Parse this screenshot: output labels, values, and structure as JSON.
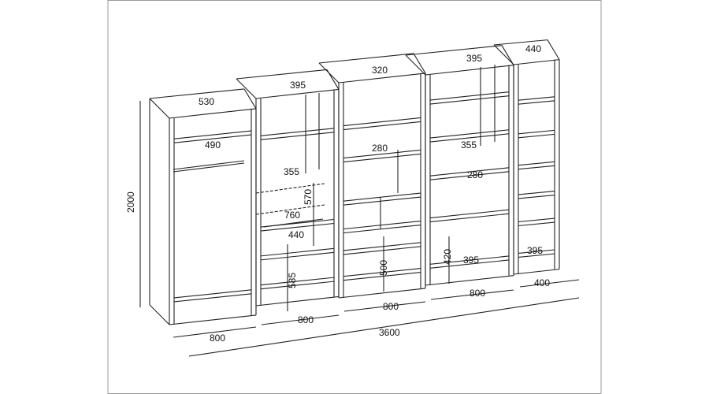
{
  "diagram": {
    "type": "furniture wall unit dimension drawing",
    "line_color": "#222222",
    "dimensions": {
      "wardrobe_top_depth": "530",
      "wardrobe_shelf_depth": "490",
      "overall_height": "2000",
      "unit2_top_depth": "395",
      "unit2_corner_shelf": "355",
      "tv_niche_height": "570",
      "tv_niche_width": "760",
      "unit2_desk_depth": "440",
      "unit2_lower_height": "585",
      "unit3_top_depth": "320",
      "unit3_shelf_depth": "280",
      "unit3_drawer_height": "500",
      "unit4_top_depth": "395",
      "unit4_corner_shelf": "355",
      "unit4_shelf_depth": "280",
      "unit4_lower_height": "420",
      "unit4_lower_depth": "395",
      "unit5_top_depth": "440",
      "unit5_lower_depth": "395",
      "width_wardrobe": "800",
      "width_unit2": "800",
      "width_unit3": "800",
      "width_unit4": "800",
      "width_unit5": "400",
      "overall_width": "3600"
    }
  }
}
